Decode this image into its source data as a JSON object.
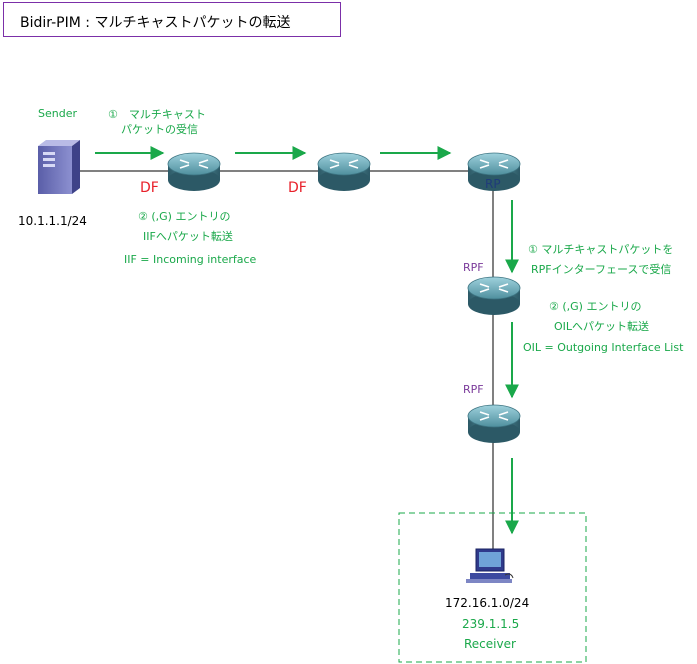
{
  "title": "Bidir-PIM : マルチキャストパケットの転送",
  "sender": {
    "label": "Sender",
    "address": "10.1.1.1/24",
    "step1_line1": "①　マルチキャスト",
    "step1_line2": "パケットの受信",
    "step2_line1": "② (,G) エントリの",
    "step2_line2": "IIFへパケット転送",
    "iif_def": "IIF = Incoming interface"
  },
  "df_labels": [
    "DF",
    "DF"
  ],
  "rp_label": "RP",
  "rpf_labels": [
    "RPF",
    "RPF"
  ],
  "downstream": {
    "step1_line1": "① マルチキャストパケットを",
    "step1_line2": "RPFインターフェースで受信",
    "step2_line1": "② (,G) エントリの",
    "step2_line2": "OILへパケット転送",
    "oil_def": "OIL = Outgoing Interface List"
  },
  "receiver": {
    "address": "172.16.1.0/24",
    "group": "239.1.1.5",
    "label": "Receiver"
  },
  "colors": {
    "arrow": "#1aa84a",
    "df": "#e8202a",
    "rpf": "#7a3a9a",
    "title_border": "#7b2fa8"
  },
  "icons": [
    "server-icon",
    "router-icon",
    "workstation-icon"
  ]
}
